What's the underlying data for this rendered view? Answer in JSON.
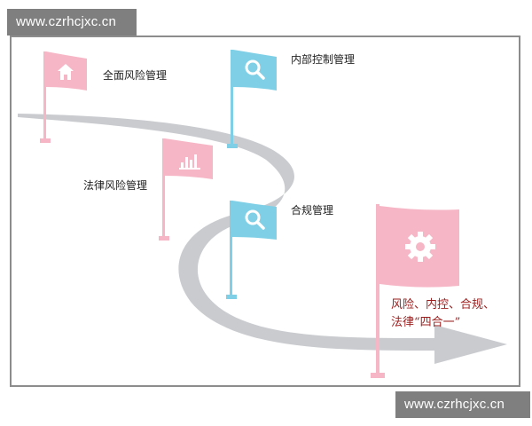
{
  "watermarks": {
    "top": "www.czrhcjxc.cn",
    "bottom": "www.czrhcjxc.cn"
  },
  "flags": [
    {
      "label": "全面风险管理",
      "color": "pink",
      "icon": "home-icon"
    },
    {
      "label": "内部控制管理",
      "color": "blue",
      "icon": "search-icon"
    },
    {
      "label": "法律风险管理",
      "color": "pink",
      "icon": "bar-chart-icon"
    },
    {
      "label": "合规管理",
      "color": "blue",
      "icon": "search-icon"
    }
  ],
  "final_flag": {
    "icon": "gear-icon",
    "line1": "风险、内控、合规、",
    "line2": "法律“四合一”"
  },
  "colors": {
    "pink": "#f6b6c6",
    "blue": "#7fd0e6",
    "arrow": "#c9cbcf",
    "final_text": "#9b1c1c"
  }
}
